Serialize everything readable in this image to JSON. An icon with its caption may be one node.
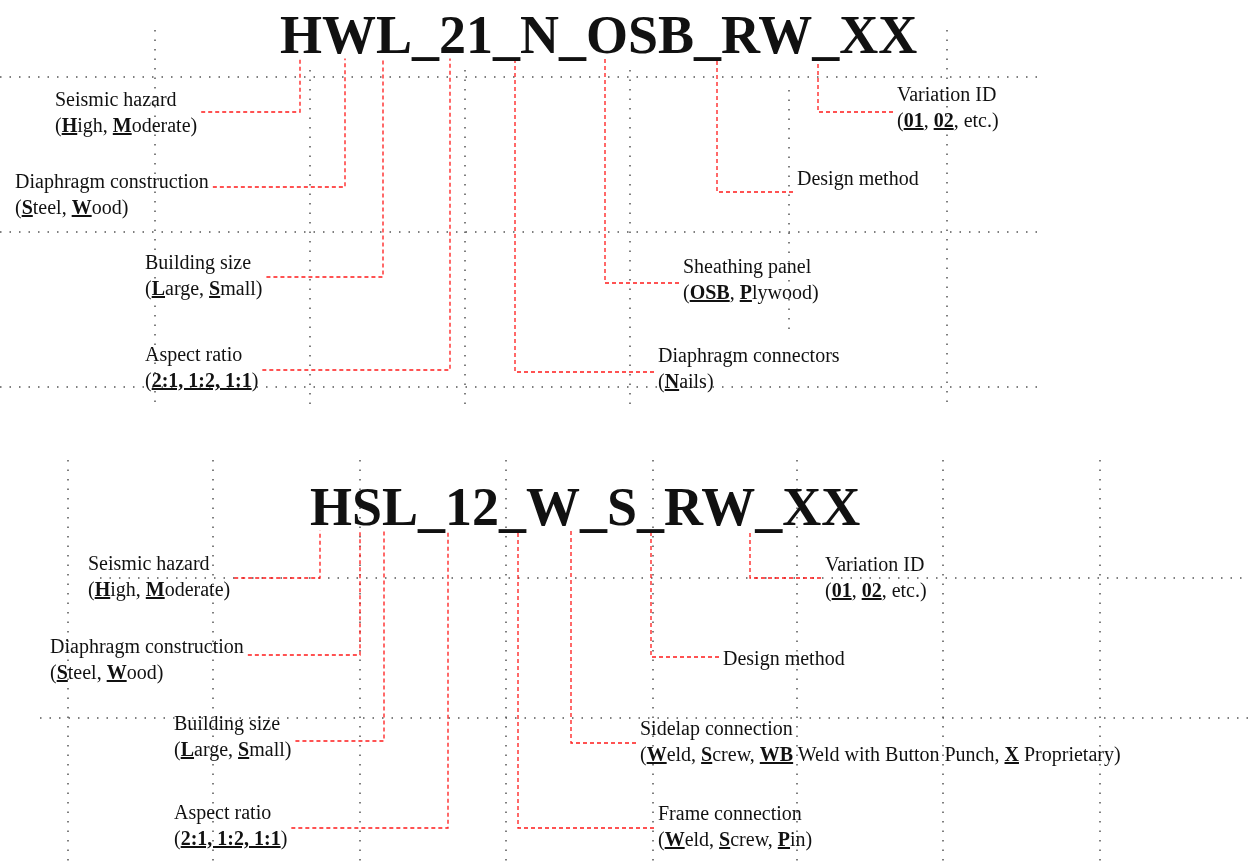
{
  "diagram": {
    "nodes": [
      {
        "text": [
          "HWL_21_N_OSB_RW_XX"
        ]
      },
      {
        "text": [
          "Seismic hazard",
          "(**H**igh, **M**oderate)"
        ]
      },
      {
        "text": [
          "Diaphragm construction",
          "(**S**teel, **W**ood)"
        ]
      },
      {
        "text": [
          "Building size",
          "(**L**arge, **S**mall)"
        ]
      },
      {
        "text": [
          "Aspect ratio",
          "(**2:1, 1:2, 1:1**)"
        ]
      },
      {
        "text": [
          "Variation ID",
          "(**01**, **02**, etc.)"
        ]
      },
      {
        "text": [
          "Design method"
        ]
      },
      {
        "text": [
          "Sheathing panel",
          "(**OSB**, **P**lywood)"
        ]
      },
      {
        "text": [
          "Diaphragm connectors",
          "(**N**ails)"
        ]
      },
      {
        "text": [
          "HSL_12_W_S_RW_XX"
        ]
      },
      {
        "text": [
          "Seismic hazard",
          "(**H**igh, **M**oderate)"
        ]
      },
      {
        "text": [
          "Diaphragm construction",
          "(**S**teel, **W**ood)"
        ]
      },
      {
        "text": [
          "Building size",
          "(**L**arge, **S**mall)"
        ]
      },
      {
        "text": [
          "Aspect ratio",
          "(**2:1, 1:2, 1:1**)"
        ]
      },
      {
        "text": [
          "Variation ID",
          "(**01**, **02**, etc.)"
        ]
      },
      {
        "text": [
          "Design method"
        ]
      },
      {
        "text": [
          "Sidelap connection",
          "(**W**eld, **S**crew, **WB** Weld with Button Punch, **X** Proprietary)"
        ]
      },
      {
        "text": [
          "Frame connection",
          "(**W**eld, **S**crew, **P**in)"
        ]
      }
    ],
    "edges": [
      {
        "from": 1,
        "to": 0,
        "arrow": "none",
        "style": "dashed"
      },
      {
        "from": 2,
        "to": 0,
        "arrow": "none",
        "style": "dashed"
      },
      {
        "from": 3,
        "to": 0,
        "arrow": "none",
        "style": "dashed"
      },
      {
        "from": 4,
        "to": 0,
        "arrow": "none",
        "style": "dashed"
      },
      {
        "from": 8,
        "to": 0,
        "arrow": "none",
        "style": "dashed"
      },
      {
        "from": 7,
        "to": 0,
        "arrow": "none",
        "style": "dashed"
      },
      {
        "from": 6,
        "to": 0,
        "arrow": "none",
        "style": "dashed"
      },
      {
        "from": 5,
        "to": 0,
        "arrow": "none",
        "style": "dashed"
      },
      {
        "from": 10,
        "to": 9,
        "arrow": "none",
        "style": "dashed"
      },
      {
        "from": 11,
        "to": 9,
        "arrow": "none",
        "style": "dashed"
      },
      {
        "from": 12,
        "to": 9,
        "arrow": "none",
        "style": "dashed"
      },
      {
        "from": 13,
        "to": 9,
        "arrow": "none",
        "style": "dashed"
      },
      {
        "from": 17,
        "to": 9,
        "arrow": "none",
        "style": "dashed"
      },
      {
        "from": 16,
        "to": 9,
        "arrow": "none",
        "style": "dashed"
      },
      {
        "from": 15,
        "to": 9,
        "arrow": "none",
        "style": "dashed"
      },
      {
        "from": 14,
        "to": 9,
        "arrow": "none",
        "style": "dashed"
      }
    ]
  }
}
